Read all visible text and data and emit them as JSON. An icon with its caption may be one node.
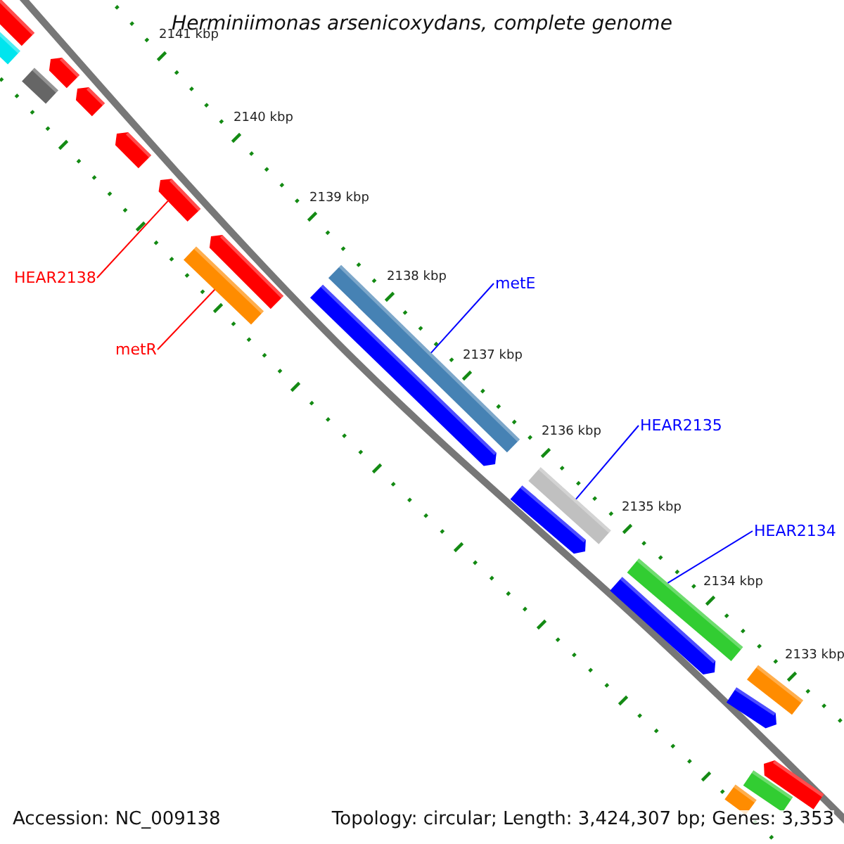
{
  "diagram": {
    "title": "Herminiimonas arsenicoxydans, complete genome",
    "nodes": [
      {
        "text": [
          "HEAR2138"
        ]
      },
      {
        "text": [
          "metE"
        ]
      },
      {
        "text": [
          "metR"
        ]
      },
      {
        "text": [
          "HEAR2135"
        ]
      },
      {
        "text": [
          "HEAR2134"
        ]
      },
      {
        "text": [],
        "shape": "bar"
      },
      {
        "text": [],
        "shape": "bar"
      },
      {
        "text": [],
        "shape": "bar"
      },
      {
        "text": [],
        "shape": "pentagon"
      },
      {
        "text": [],
        "shape": "pentagon"
      },
      {
        "text": [],
        "shape": "pentagon"
      },
      {
        "text": [],
        "shape": "pentagon"
      },
      {
        "text": [],
        "shape": "bar"
      },
      {
        "text": [],
        "shape": "pentagon"
      },
      {
        "text": [],
        "shape": "pentagon"
      },
      {
        "text": [],
        "shape": "bar"
      },
      {
        "text": [],
        "shape": "pentagon"
      },
      {
        "text": [],
        "shape": "bar"
      },
      {
        "text": [],
        "shape": "pentagon"
      },
      {
        "text": [],
        "shape": "bar"
      },
      {
        "text": [],
        "shape": "pentagon"
      },
      {
        "text": [],
        "shape": "bar"
      },
      {
        "text": [],
        "shape": "bar"
      },
      {
        "text": [],
        "shape": "pentagon"
      },
      {
        "text": [],
        "shape": "bar"
      }
    ],
    "edges": [
      {
        "from": 0,
        "to": 11,
        "arrow": "none",
        "color": "#ff0000"
      },
      {
        "from": 1,
        "to": 15,
        "arrow": "none"
      },
      {
        "from": 2,
        "to": 12,
        "arrow": "none",
        "color": "#ff0000"
      },
      {
        "from": 3,
        "to": 17,
        "arrow": "none"
      },
      {
        "from": 4,
        "to": 19,
        "arrow": "none"
      }
    ],
    "labels": [
      "2141 kbp",
      "2140 kbp",
      "2139 kbp",
      "2138 kbp",
      "2137 kbp",
      "2136 kbp",
      "2135 kbp",
      "2134 kbp",
      "2133 kbp",
      "Accession: NC_009138",
      "Topology: circular; Length: 3,424,307 bp; Genes: 3,353"
    ]
  }
}
